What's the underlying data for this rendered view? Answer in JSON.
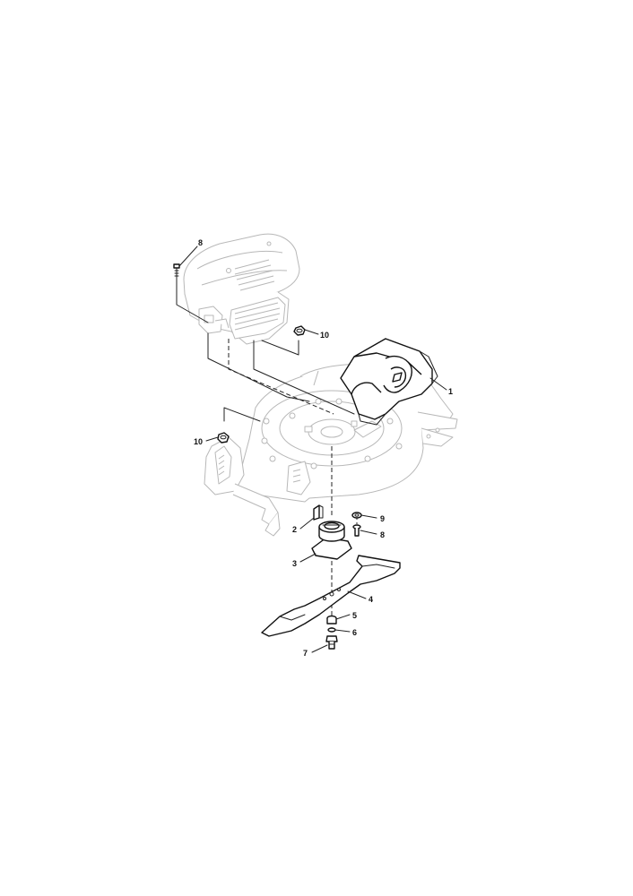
{
  "diagram": {
    "callouts": [
      {
        "id": "engine-bolt",
        "label": "8"
      },
      {
        "id": "engine-nut-right",
        "label": "10"
      },
      {
        "id": "rear-guard",
        "label": "1"
      },
      {
        "id": "deck-nut-left",
        "label": "10"
      },
      {
        "id": "key",
        "label": "2"
      },
      {
        "id": "washer-9",
        "label": "9"
      },
      {
        "id": "bolt-8",
        "label": "8"
      },
      {
        "id": "blade-adapter",
        "label": "3"
      },
      {
        "id": "blade",
        "label": "4"
      },
      {
        "id": "spacer",
        "label": "5"
      },
      {
        "id": "washer-6",
        "label": "6"
      },
      {
        "id": "blade-bolt",
        "label": "7"
      }
    ]
  }
}
